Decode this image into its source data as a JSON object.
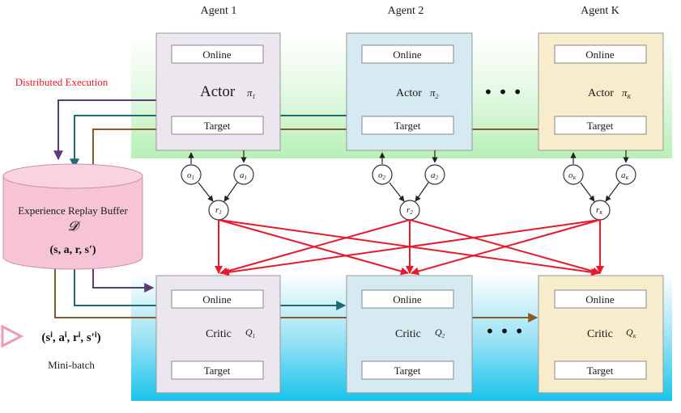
{
  "agents": [
    {
      "header": "Agent 1",
      "actor_label": "Actor",
      "pi_sym": "π",
      "pi_sub": "1",
      "obs_sym": "o",
      "obs_sub": "1",
      "act_sym": "a",
      "act_sub": "1",
      "rew_sym": "r",
      "rew_sub": "1",
      "critic_label": "Critic",
      "q_sym": "Q",
      "q_sub": "1"
    },
    {
      "header": "Agent 2",
      "actor_label": "Actor",
      "pi_sym": "π",
      "pi_sub": "2",
      "obs_sym": "o",
      "obs_sub": "2",
      "act_sym": "a",
      "act_sub": "2",
      "rew_sym": "r",
      "rew_sub": "2",
      "critic_label": "Critic",
      "q_sym": "Q",
      "q_sub": "2"
    },
    {
      "header": "Agent K",
      "actor_label": "Actor",
      "pi_sym": "π",
      "pi_sub": "K",
      "obs_sym": "o",
      "obs_sub": "K",
      "act_sym": "a",
      "act_sub": "K",
      "rew_sym": "r",
      "rew_sub": "K",
      "critic_label": "Critic",
      "q_sym": "Q",
      "q_sub": "K"
    }
  ],
  "online_label": "Online",
  "target_label": "Target",
  "ellipsis": "• • •",
  "distributed_execution": "Distributed Execution",
  "buffer": {
    "title": "Experience Replay Buffer",
    "symbol": "𝓓",
    "tuple": "(s, a, r, s′)"
  },
  "minibatch": {
    "tuple": "(sⁱ, aⁱ, rⁱ, s′ⁱ)",
    "label": "Mini-batch"
  },
  "colors": {
    "actor_zone": "#d7f7d7",
    "critic_zone": "#33ccee",
    "agent1_box": "#ece6ef",
    "agent2_box": "#d6eaf2",
    "agentK_box": "#f7eccb",
    "buffer": "#f6c4d6",
    "red_links": "#e8192c",
    "purple_line": "#5a3d78",
    "teal_line": "#1f6b70",
    "brown_line": "#8a5a2a"
  }
}
